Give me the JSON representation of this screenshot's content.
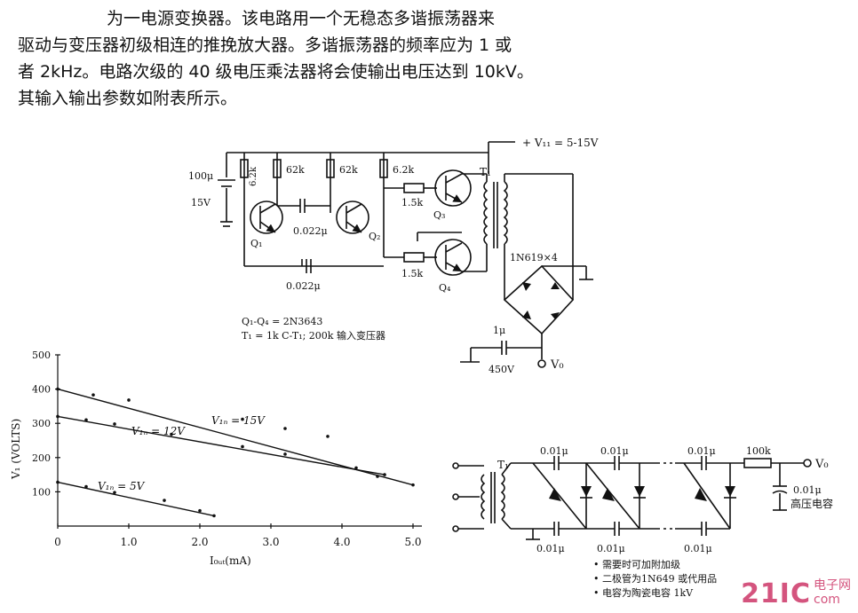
{
  "intro": {
    "lines": [
      "为一电源变换器。该电路用一个无稳态多谐振荡器来",
      "驱动与变压器初级相连的推挽放大器。多谐振荡器的频率应为 1 或",
      "者 2kHz。电路次级的 40 级电压乘法器将会使输出电压达到 10kV。",
      "其输入输出参数如附表所示。"
    ]
  },
  "oscillator": {
    "supply_label": "+ V₁₁ = 5-15V",
    "cap_label": "100μ",
    "battery_label": "15V",
    "r1": "6.2k",
    "r2": "62k",
    "r3": "62k",
    "r4": "6.2k",
    "r5": "1.5k",
    "r6": "1.5k",
    "c1": "0.022μ",
    "c2": "0.022μ",
    "q1": "Q₁",
    "q2": "Q₂",
    "q3": "Q₃",
    "q4": "Q₄",
    "t1": "T₁",
    "diodes": "1N619×4",
    "out_cap": "1μ",
    "out_cap_v": "450V",
    "vo": "V₀",
    "notes": [
      "Q₁-Q₄ = 2N3643",
      "T₁ = 1k C-T₁; 200k 输入变压器"
    ]
  },
  "multiplier": {
    "t1": "T₁",
    "caps": [
      "0.01μ",
      "0.01μ",
      "0.01μ",
      "0.01μ",
      "0.01μ",
      "0.01μ"
    ],
    "res": "100k",
    "vo": "V₀",
    "out_cap": "0.01μ",
    "out_cap_label": "高压电容",
    "notes": [
      "• 需要时可加附加级",
      "• 二极管为1N649 或代用品",
      "• 电容为陶瓷电容 1kV"
    ]
  },
  "chart_data": {
    "type": "line",
    "ylabel": "V₁ (VOLTS)",
    "xlabel": "I₀ᵤₜ(mA)",
    "xlim": [
      0,
      5.0
    ],
    "ylim": [
      0,
      500
    ],
    "xticks": [
      "0",
      "1.0",
      "2.0",
      "3.0",
      "4.0",
      "5.0"
    ],
    "yticks": [
      "100",
      "200",
      "300",
      "400",
      "500"
    ],
    "series": [
      {
        "name": "V₁ₙ = 15V",
        "x": [
          0,
          0.5,
          1.0,
          2.6,
          3.2,
          3.8,
          4.5,
          5.0
        ],
        "y": [
          400,
          383,
          368,
          312,
          285,
          262,
          145,
          120
        ]
      },
      {
        "name": "V₁ₙ = 12V",
        "x": [
          0,
          0.4,
          0.8,
          1.6,
          2.6,
          3.2,
          4.2,
          4.6
        ],
        "y": [
          320,
          310,
          298,
          268,
          232,
          210,
          170,
          150
        ]
      },
      {
        "name": "V₁ₙ = 5V",
        "x": [
          0,
          0.4,
          0.8,
          1.5,
          2.0,
          2.2
        ],
        "y": [
          128,
          115,
          98,
          75,
          45,
          30
        ]
      }
    ],
    "colors": {
      "line": "#111111"
    }
  },
  "watermark": {
    "logo": "21IC",
    "sub1": "电子网",
    "sub2": "com"
  }
}
